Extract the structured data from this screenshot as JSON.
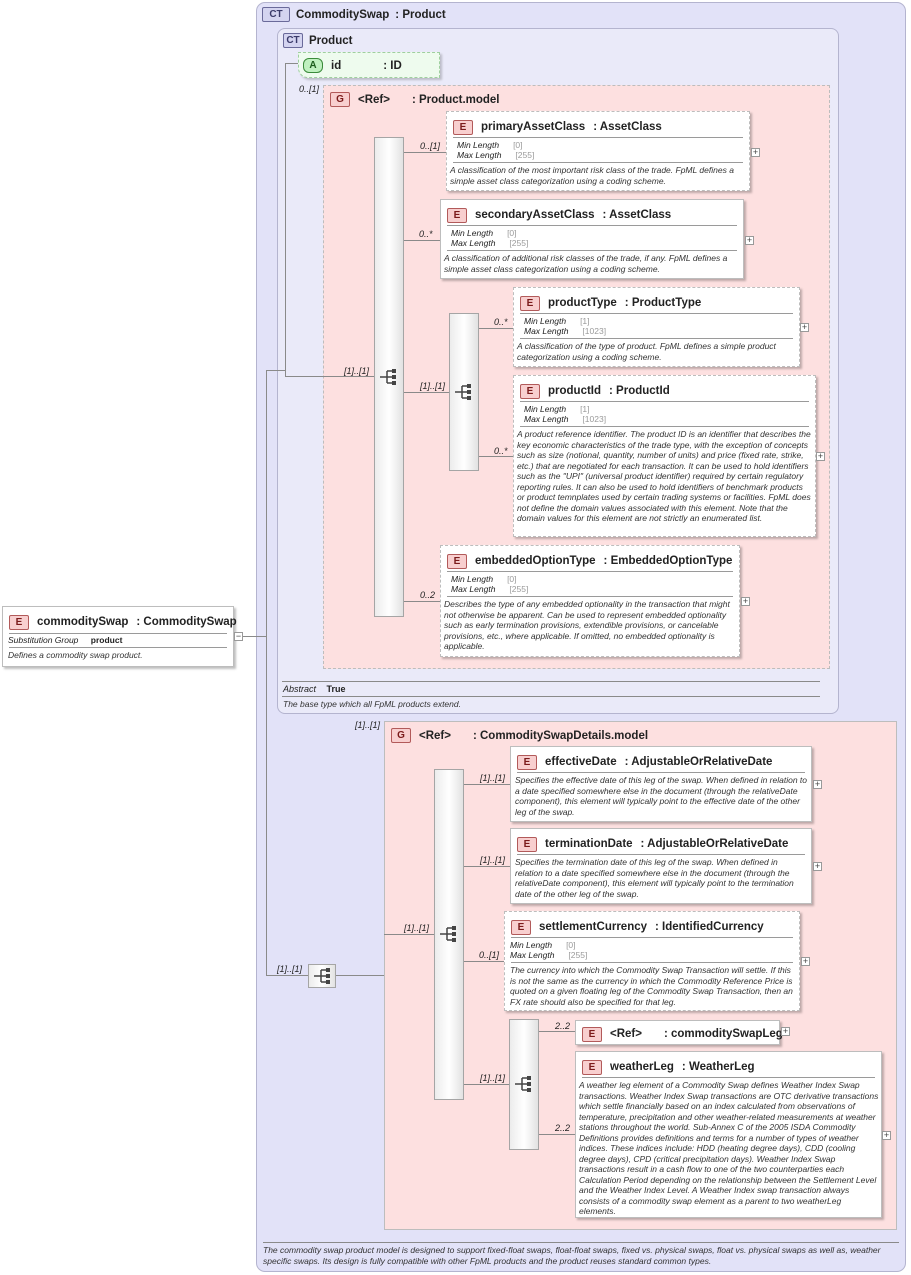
{
  "root": {
    "badge": "CT",
    "title": "CommoditySwap",
    "type": ": Product",
    "description": "The commodity swap product model is designed to support fixed-float swaps, float-float swaps, fixed vs. physical swaps, float vs. physical swaps as well as, weather specific swaps. Its design is fully compatible with other FpML products and the product reuses standard common types."
  },
  "product": {
    "badge": "CT",
    "title": "Product",
    "abstract_label": "Abstract",
    "abstract_value": "True",
    "description": "The base type which all FpML products extend."
  },
  "id_attr": {
    "badge": "A",
    "name": "id",
    "type": ": ID"
  },
  "product_model": {
    "badge": "G",
    "ref": "<Ref>",
    "name": ": Product.model",
    "cardinality": "0..[1]",
    "seq_card": "[1]..[1]"
  },
  "facet_labels": {
    "min": "Min Length",
    "max": "Max Length"
  },
  "elements": {
    "primaryAssetClass": {
      "badge": "E",
      "name": "primaryAssetClass",
      "type": ": AssetClass",
      "card": "0..[1]",
      "min": "[0]",
      "max": "[255]",
      "desc": "A classification of the most important risk class of the trade. FpML defines a simple asset class categorization using a coding scheme."
    },
    "secondaryAssetClass": {
      "badge": "E",
      "name": "secondaryAssetClass",
      "type": ": AssetClass",
      "card": "0..*",
      "min": "[0]",
      "max": "[255]",
      "desc": "A classification of additional risk classes of the trade, if any. FpML defines a simple asset class categorization using a coding scheme."
    },
    "productType": {
      "badge": "E",
      "name": "productType",
      "type": ": ProductType",
      "card": "0..*",
      "min": "[1]",
      "max": "[1023]",
      "desc": "A classification of the type of product. FpML defines a simple product categorization using a coding scheme."
    },
    "productId": {
      "badge": "E",
      "name": "productId",
      "type": ": ProductId",
      "card": "0..*",
      "min": "[1]",
      "max": "[1023]",
      "desc": "A product reference identifier. The product ID is an identifier that describes the key economic characteristics of the trade type, with the exception of concepts such as size (notional, quantity, number of units) and price (fixed rate, strike, etc.) that are negotiated for each transaction. It can be used to hold identifiers such as the \"UPI\" (universal product identifier) required by certain regulatory reporting rules. It can also be used to hold identifiers of benchmark products or product temnplates used by certain trading systems or facilities. FpML does not define the domain values associated with this element. Note that the domain values for this element are not strictly an enumerated list."
    },
    "productChoiceCard": "[1]..[1]",
    "embeddedOptionType": {
      "badge": "E",
      "name": "embeddedOptionType",
      "type": ": EmbeddedOptionType",
      "card": "0..2",
      "min": "[0]",
      "max": "[255]",
      "desc": "Describes the type of any embedded optionality in the transaction that might not otherwise be apparent. Can be used to represent embedded optionality such as early termination provisions, extendible provisions, or cancelable provisions, etc., where applicable. If omitted, no embedded optionality is applicable."
    }
  },
  "commoditySwap": {
    "badge": "E",
    "name": "commoditySwap",
    "type": ": CommoditySwap",
    "subst_label": "Substitution Group",
    "subst_value": "product",
    "desc": "Defines a commodity swap product."
  },
  "details_model": {
    "badge": "G",
    "ref": "<Ref>",
    "name": ": CommoditySwapDetails.model",
    "card": "[1]..[1]",
    "seq_card": "[1]..[1]",
    "outer_seq_card": "[1]..[1]"
  },
  "details": {
    "effectiveDate": {
      "badge": "E",
      "name": "effectiveDate",
      "type": ": AdjustableOrRelativeDate",
      "card": "[1]..[1]",
      "desc": "Specifies the effective date of this leg of the swap. When defined in relation to a date specified somewhere else in the document (through the relativeDate component), this element will typically point to the effective date of the other leg of the swap."
    },
    "terminationDate": {
      "badge": "E",
      "name": "terminationDate",
      "type": ": AdjustableOrRelativeDate",
      "card": "[1]..[1]",
      "desc": "Specifies the termination date of this leg of the swap. When defined in relation to a date specified somewhere else in the document (through the relativeDate component), this element will typically point to the termination date of the other leg of the swap."
    },
    "settlementCurrency": {
      "badge": "E",
      "name": "settlementCurrency",
      "type": ": IdentifiedCurrency",
      "card": "0..[1]",
      "min": "[0]",
      "max": "[255]",
      "desc": "The currency into which the Commodity Swap Transaction will settle. If this is not the same as the currency in which the Commodity Reference Price is quoted on a given floating leg of the Commodity Swap Transaction, then an FX rate should also be specified for that leg."
    },
    "legChoiceCard": "[1]..[1]",
    "commoditySwapLeg": {
      "badge": "E",
      "ref": "<Ref>",
      "name": ": commoditySwapLeg",
      "card": "2..2"
    },
    "weatherLeg": {
      "badge": "E",
      "name": "weatherLeg",
      "type": ": WeatherLeg",
      "card": "2..2",
      "desc": "A weather leg element of a Commodity Swap defines Weather Index Swap transactions. Weather Index Swap transactions are OTC derivative transactions which settle financially based on an index calculated from observations of temperature, precipitation and other weather-related measurements at weather stations throughout the world. Sub-Annex C of the 2005 ISDA Commodity Definitions provides definitions and terms for a number of types of weather indices. These indices include: HDD (heating degree days), CDD (cooling degree days), CPD (critical precipitation days). Weather Index Swap transactions result in a cash flow to one of the two counterparties each Calculation Period depending on the relationship between the Settlement Level and the Weather Index Level. A Weather Index swap transaction always consists of a commodity swap element as a parent to two weatherLeg elements."
    }
  },
  "icons": {
    "sequence": "sequence-icon",
    "expand": "expand-icon",
    "collapse": "collapse-icon",
    "extension": "extension-icon"
  },
  "expand_glyph": "+",
  "collapse_glyph": "−"
}
